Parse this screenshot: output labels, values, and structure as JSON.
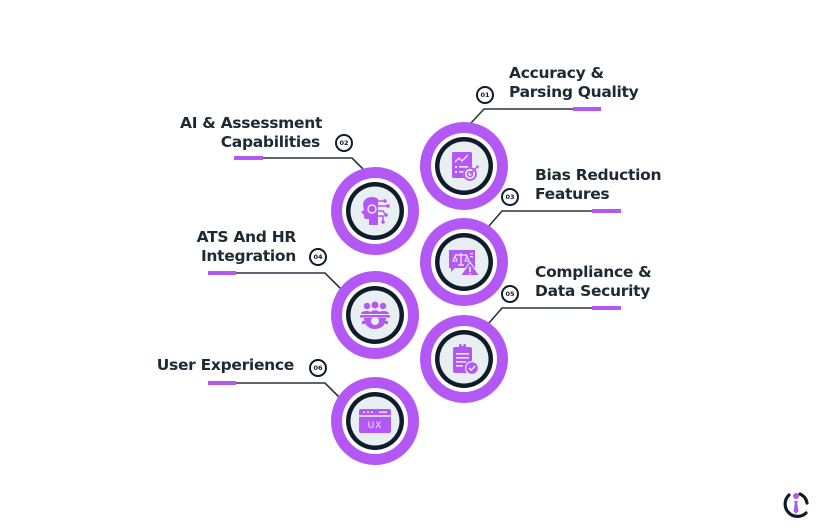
{
  "title": "Resume Parsing Evaluation Criteria",
  "colors": {
    "purple": "#b458f5",
    "dark": "#111c2b",
    "inner_fill": "#e8eff2",
    "text": "#1c2b33",
    "line": "#2b3441"
  },
  "items": [
    {
      "number": "01",
      "line1": "Accuracy &",
      "line2": "Parsing Quality",
      "icon": "report-target-icon",
      "side": "right"
    },
    {
      "number": "02",
      "line1": "AI & Assessment",
      "line2": "Capabilities",
      "icon": "ai-head-circuit-icon",
      "side": "left"
    },
    {
      "number": "03",
      "line1": "Bias Reduction",
      "line2": "Features",
      "icon": "scale-warning-icon",
      "side": "right"
    },
    {
      "number": "04",
      "line1": "ATS And HR",
      "line2": "Integration",
      "icon": "team-gear-icon",
      "side": "left"
    },
    {
      "number": "05",
      "line1": "Compliance &",
      "line2": "Data Security",
      "icon": "clipboard-check-icon",
      "side": "right"
    },
    {
      "number": "06",
      "line1": "User Experience",
      "line2": "",
      "icon": "ux-window-icon",
      "side": "left"
    }
  ],
  "ux_icon_text": "UX",
  "logo": {
    "name": "brand-logo-icon"
  }
}
